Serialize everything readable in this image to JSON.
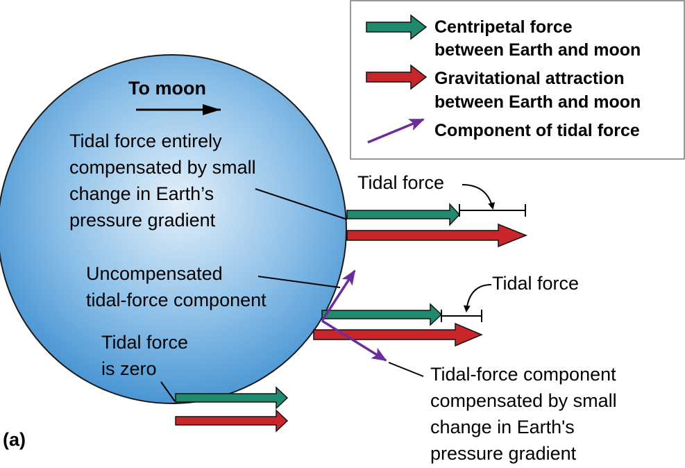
{
  "figure_label": "(a)",
  "to_moon": "To moon",
  "legend": {
    "centripetal": [
      "Centripetal force",
      "between Earth and moon"
    ],
    "gravitational": [
      "Gravitational attraction",
      "between  Earth and moon"
    ],
    "component": [
      "Component of tidal force"
    ]
  },
  "labels": {
    "compensated_entirely": [
      "Tidal force entirely",
      "compensated by small",
      "change in Earth’s",
      "pressure gradient"
    ],
    "uncompensated": [
      "Uncompensated",
      "tidal-force component"
    ],
    "zero": [
      "Tidal force",
      "is zero"
    ],
    "compensated_component": [
      "Tidal-force component",
      "compensated by small",
      "change in Earth's",
      "pressure gradient"
    ],
    "tidal_force_top": "Tidal force",
    "tidal_force_mid": "Tidal force"
  },
  "colors": {
    "centripetal": "#1f8a6e",
    "gravitational": "#c9262b",
    "component": "#6a2d9a",
    "earth_light": "#dcecf8",
    "earth_dark": "#3f8fd0",
    "legend_border": "#777777"
  }
}
